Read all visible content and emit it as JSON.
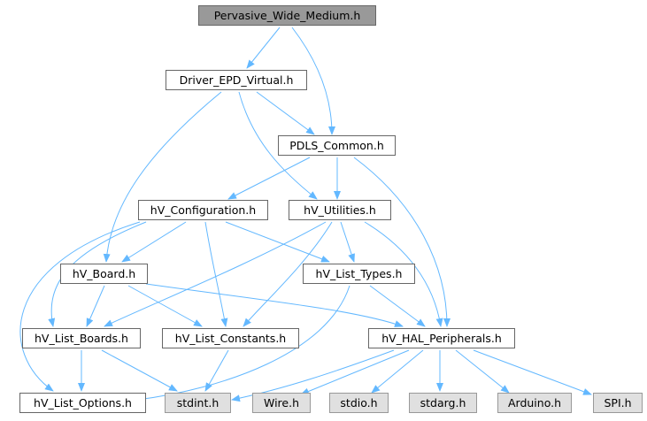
{
  "colors": {
    "edge": "#63b8ff",
    "node_border": "#666666",
    "root_fill": "#999999",
    "system_fill": "#e0e0e0"
  },
  "nodes": {
    "pervasive_wide_medium": "Pervasive_Wide_Medium.h",
    "driver_epd_virtual": "Driver_EPD_Virtual.h",
    "pdls_common": "PDLS_Common.h",
    "hv_configuration": "hV_Configuration.h",
    "hv_utilities": "hV_Utilities.h",
    "hv_board": "hV_Board.h",
    "hv_list_types": "hV_List_Types.h",
    "hv_list_boards": "hV_List_Boards.h",
    "hv_list_constants": "hV_List_Constants.h",
    "hv_hal_peripherals": "hV_HAL_Peripherals.h",
    "hv_list_options": "hV_List_Options.h",
    "stdint": "stdint.h",
    "wire": "Wire.h",
    "stdio": "stdio.h",
    "stdarg": "stdarg.h",
    "arduino": "Arduino.h",
    "spi": "SPI.h"
  }
}
